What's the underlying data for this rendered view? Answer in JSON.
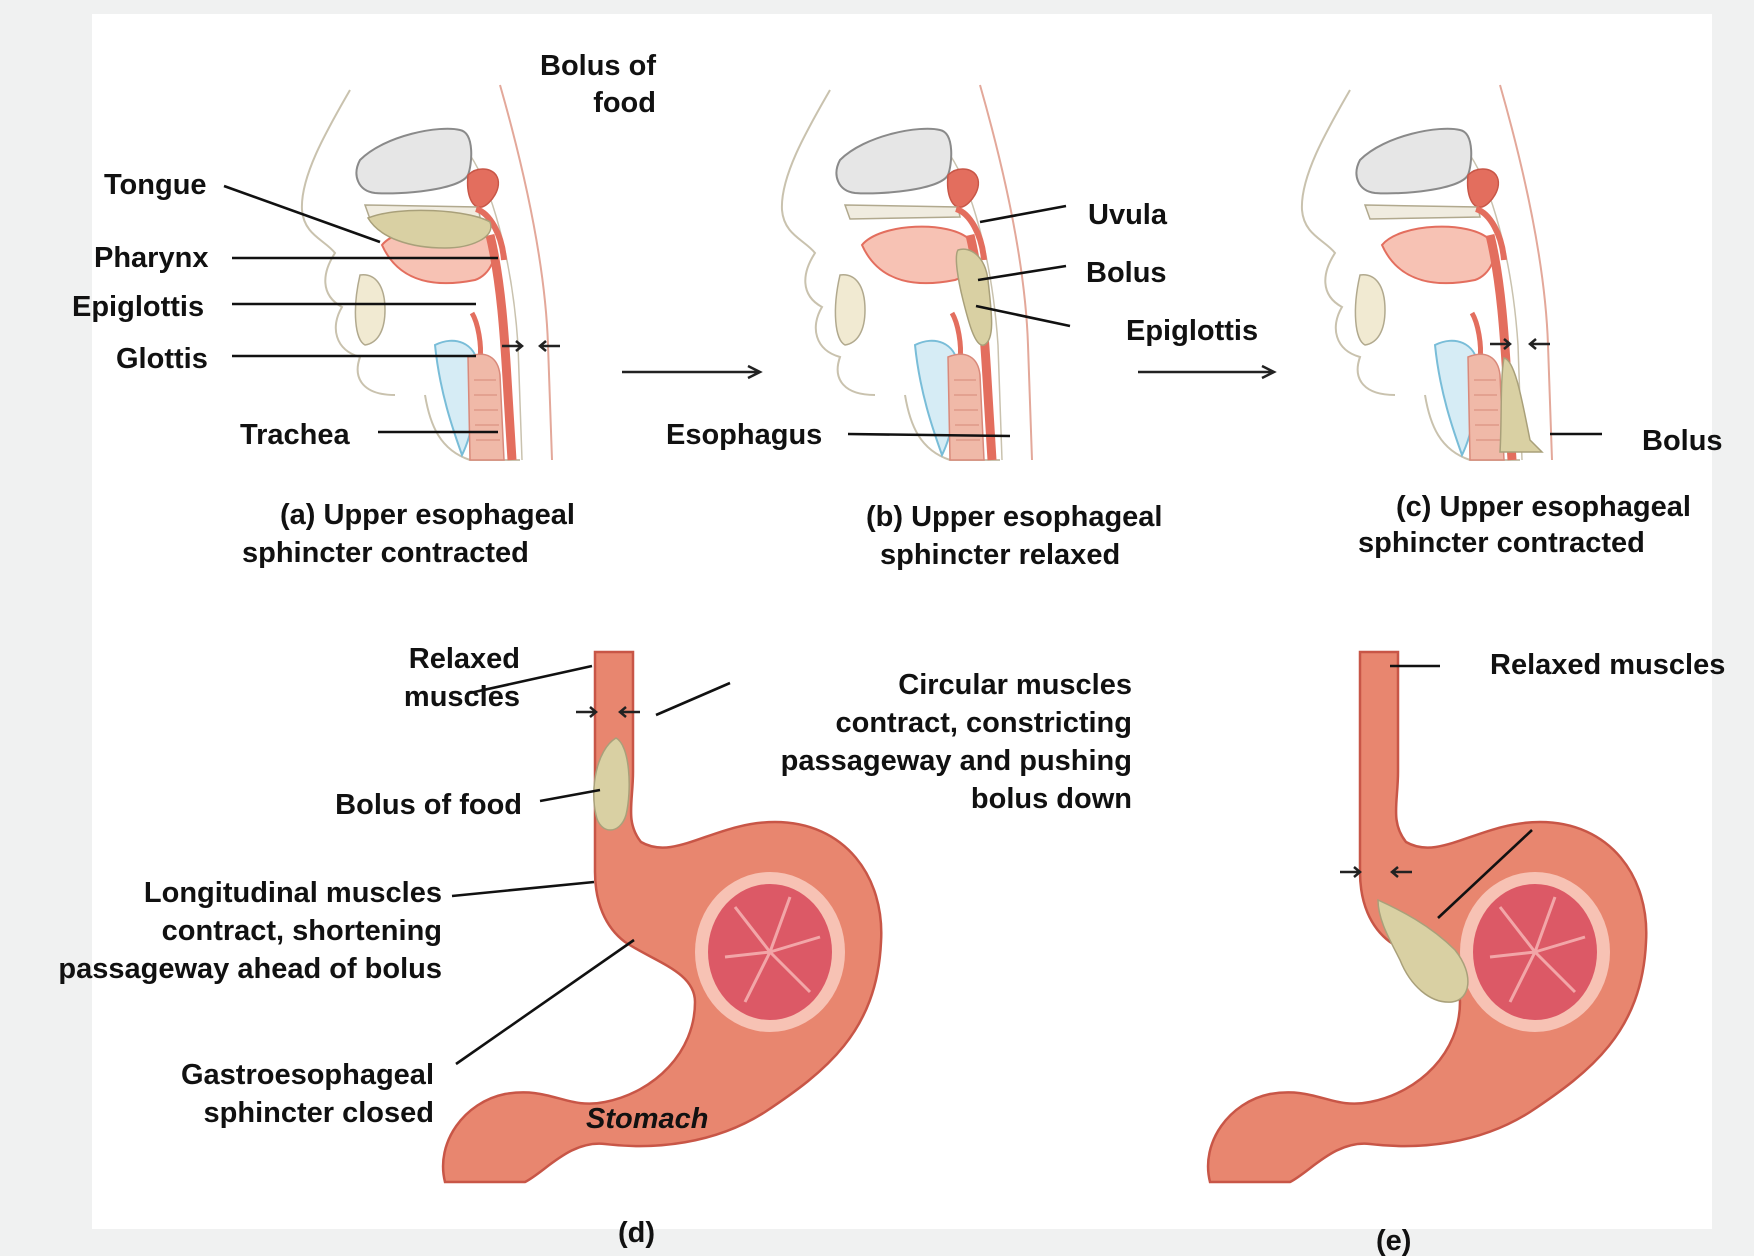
{
  "colors": {
    "background": "#f0f1f1",
    "panel": "#ffffff",
    "tissue": "#e36e5e",
    "tissue_light": "#f3a593",
    "tissue_inner": "#f7c2b4",
    "bolus": "#d9d0a3",
    "bone": "#e4e4e4",
    "cartilage": "#bfe0ef",
    "trachea": "#f0b9a8"
  },
  "panel_a": {
    "bolus_label": [
      "Bolus of",
      "food"
    ],
    "tongue": "Tongue",
    "pharynx": "Pharynx",
    "epiglottis": "Epiglottis",
    "glottis": "Glottis",
    "trachea": "Trachea",
    "caption": [
      "(a) Upper esophageal",
      "sphincter contracted"
    ]
  },
  "panel_b": {
    "uvula": "Uvula",
    "bolus": "Bolus",
    "epiglottis": "Epiglottis",
    "esophagus": "Esophagus",
    "caption": [
      "(b) Upper esophageal",
      "sphincter relaxed"
    ]
  },
  "panel_c": {
    "bolus": "Bolus",
    "caption": [
      "(c) Upper esophageal",
      "sphincter contracted"
    ]
  },
  "panel_d": {
    "relaxed_muscles": [
      "Relaxed",
      "muscles"
    ],
    "circular_muscles": [
      "Circular muscles",
      "contract, constricting",
      "passageway and pushing",
      "bolus down"
    ],
    "bolus_of_food": "Bolus of food",
    "longitudinal_muscles": [
      "Longitudinal muscles",
      "contract, shortening",
      "passageway ahead of bolus"
    ],
    "gastroesophageal": [
      "Gastroesophageal",
      "sphincter closed"
    ],
    "stomach": "Stomach",
    "caption": "(d)"
  },
  "panel_e": {
    "relaxed_muscles": "Relaxed muscles",
    "caption": "(e)"
  }
}
